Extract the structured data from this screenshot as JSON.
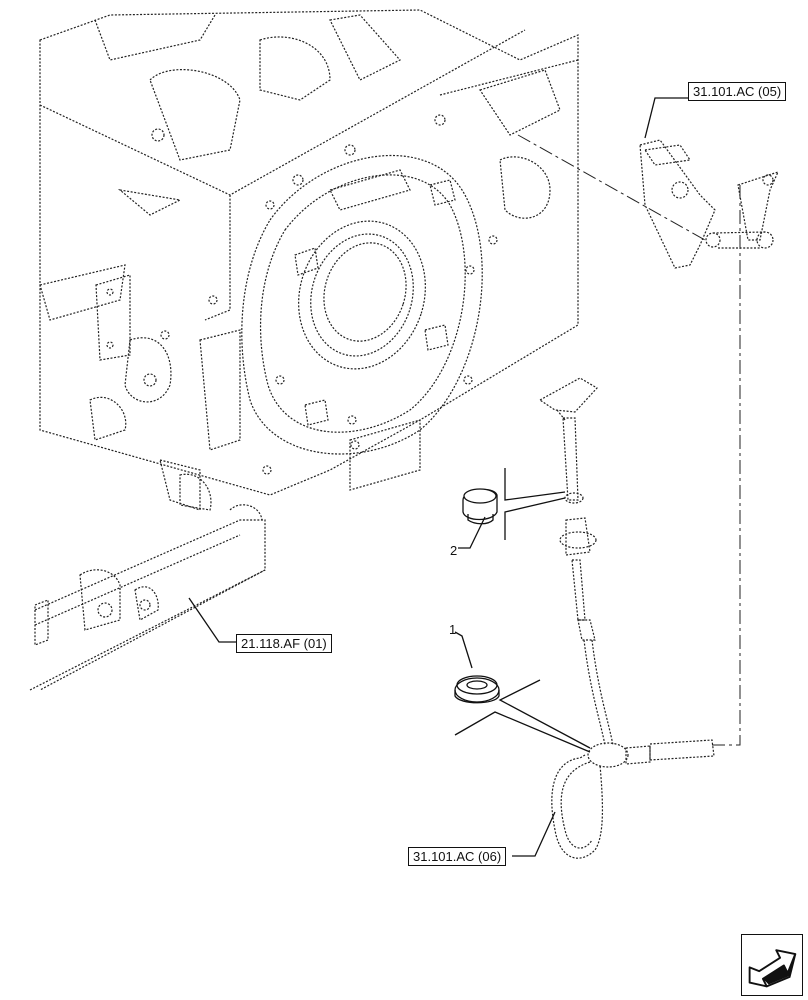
{
  "callouts": {
    "ref_top_right": "31.101.AC (05)",
    "ref_left": "21.118.AF (01)",
    "ref_bottom": "31.101.AC (06)"
  },
  "items": {
    "item_1": "1",
    "item_2": "2"
  },
  "icons": {
    "next_page": "arrow-next-page-icon"
  }
}
